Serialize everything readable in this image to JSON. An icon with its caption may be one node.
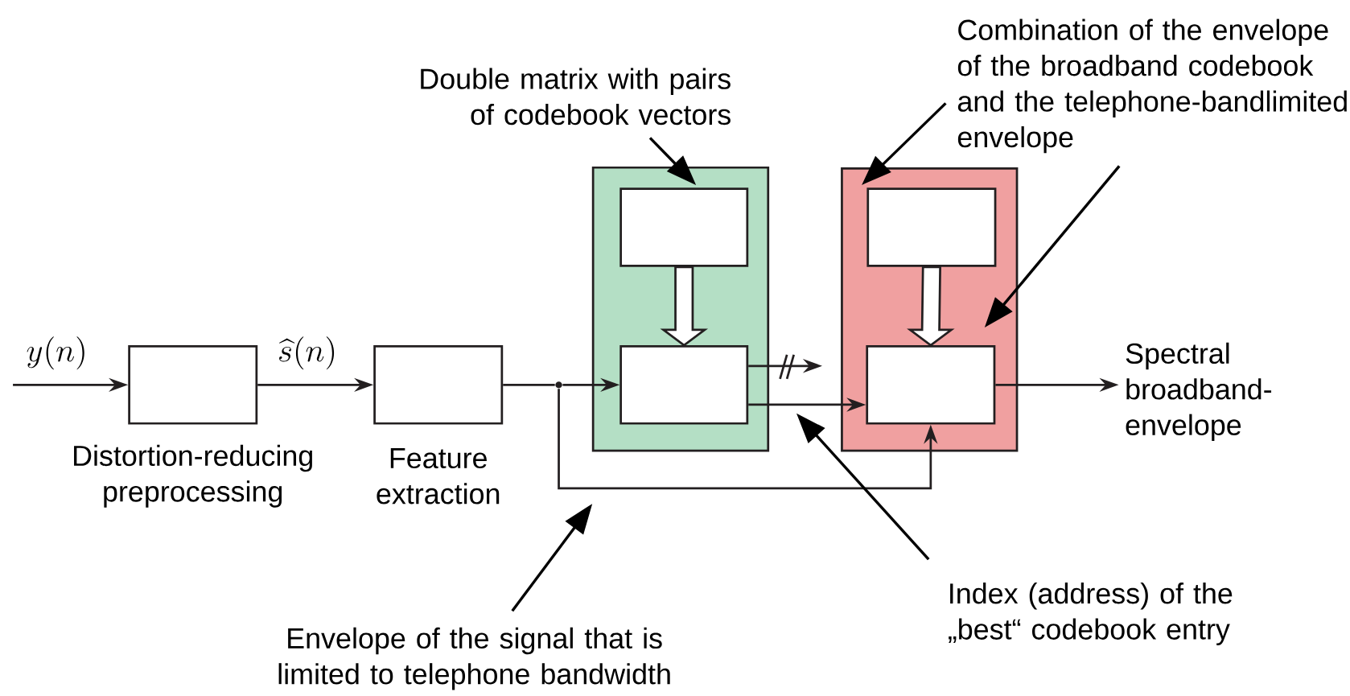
{
  "diagram": {
    "nodes": [
      {
        "text": [],
        "shape": "box",
        "beside": [
          "Distortion-reducing preprocessing"
        ]
      },
      {
        "text": [],
        "shape": "box",
        "beside": [
          "Feature extraction"
        ]
      },
      {
        "text": [],
        "shape": "box"
      },
      {
        "text": [],
        "shape": "box",
        "in": 2
      },
      {
        "text": [],
        "shape": "box",
        "in": 2
      },
      {
        "text": [],
        "shape": "box"
      },
      {
        "text": [],
        "shape": "box",
        "in": 5
      },
      {
        "text": [],
        "shape": "box",
        "in": 5
      },
      {
        "text": [],
        "shape": "circle"
      },
      {
        "text": [
          "Double matrix with pairs of codebook vectors"
        ]
      },
      {
        "text": [
          "Combination of the envelope of the broadband codebook and the telephone-bandlimited envelope"
        ]
      },
      {
        "text": [
          "Spectral broadband-envelope"
        ]
      },
      {
        "text": [
          "Index (address) of the „best“ codebook entry"
        ]
      },
      {
        "text": [
          "Envelope of the signal that is limited to telephone bandwidth"
        ]
      }
    ],
    "edges": [
      {
        "from": null,
        "to": 0,
        "arrow": "to",
        "label": "y(n)"
      },
      {
        "from": 0,
        "to": 1,
        "arrow": "to",
        "label": "\\widehat{s}(n)"
      },
      {
        "from": 1,
        "to": 8,
        "arrow": "none"
      },
      {
        "from": 8,
        "to": 4,
        "arrow": "to"
      },
      {
        "from": 8,
        "to": 7,
        "arrow": "to"
      },
      {
        "from": 3,
        "to": 4,
        "arrow": "to",
        "style": "thick"
      },
      {
        "from": 6,
        "to": 7,
        "arrow": "to",
        "style": "thick"
      },
      {
        "from": 4,
        "to": null,
        "arrow": "to"
      },
      {
        "from": 4,
        "to": 7,
        "arrow": "to"
      },
      {
        "from": 7,
        "to": 11,
        "arrow": "to"
      },
      {
        "from": 9,
        "to": 3,
        "arrow": "to"
      },
      {
        "from": 10,
        "to": 6,
        "arrow": "to"
      },
      {
        "from": 10,
        "to": 5,
        "arrow": "to"
      },
      {
        "from": 12,
        "to": null,
        "arrow": "to"
      },
      {
        "from": 13,
        "to": null,
        "arrow": "to"
      }
    ]
  }
}
